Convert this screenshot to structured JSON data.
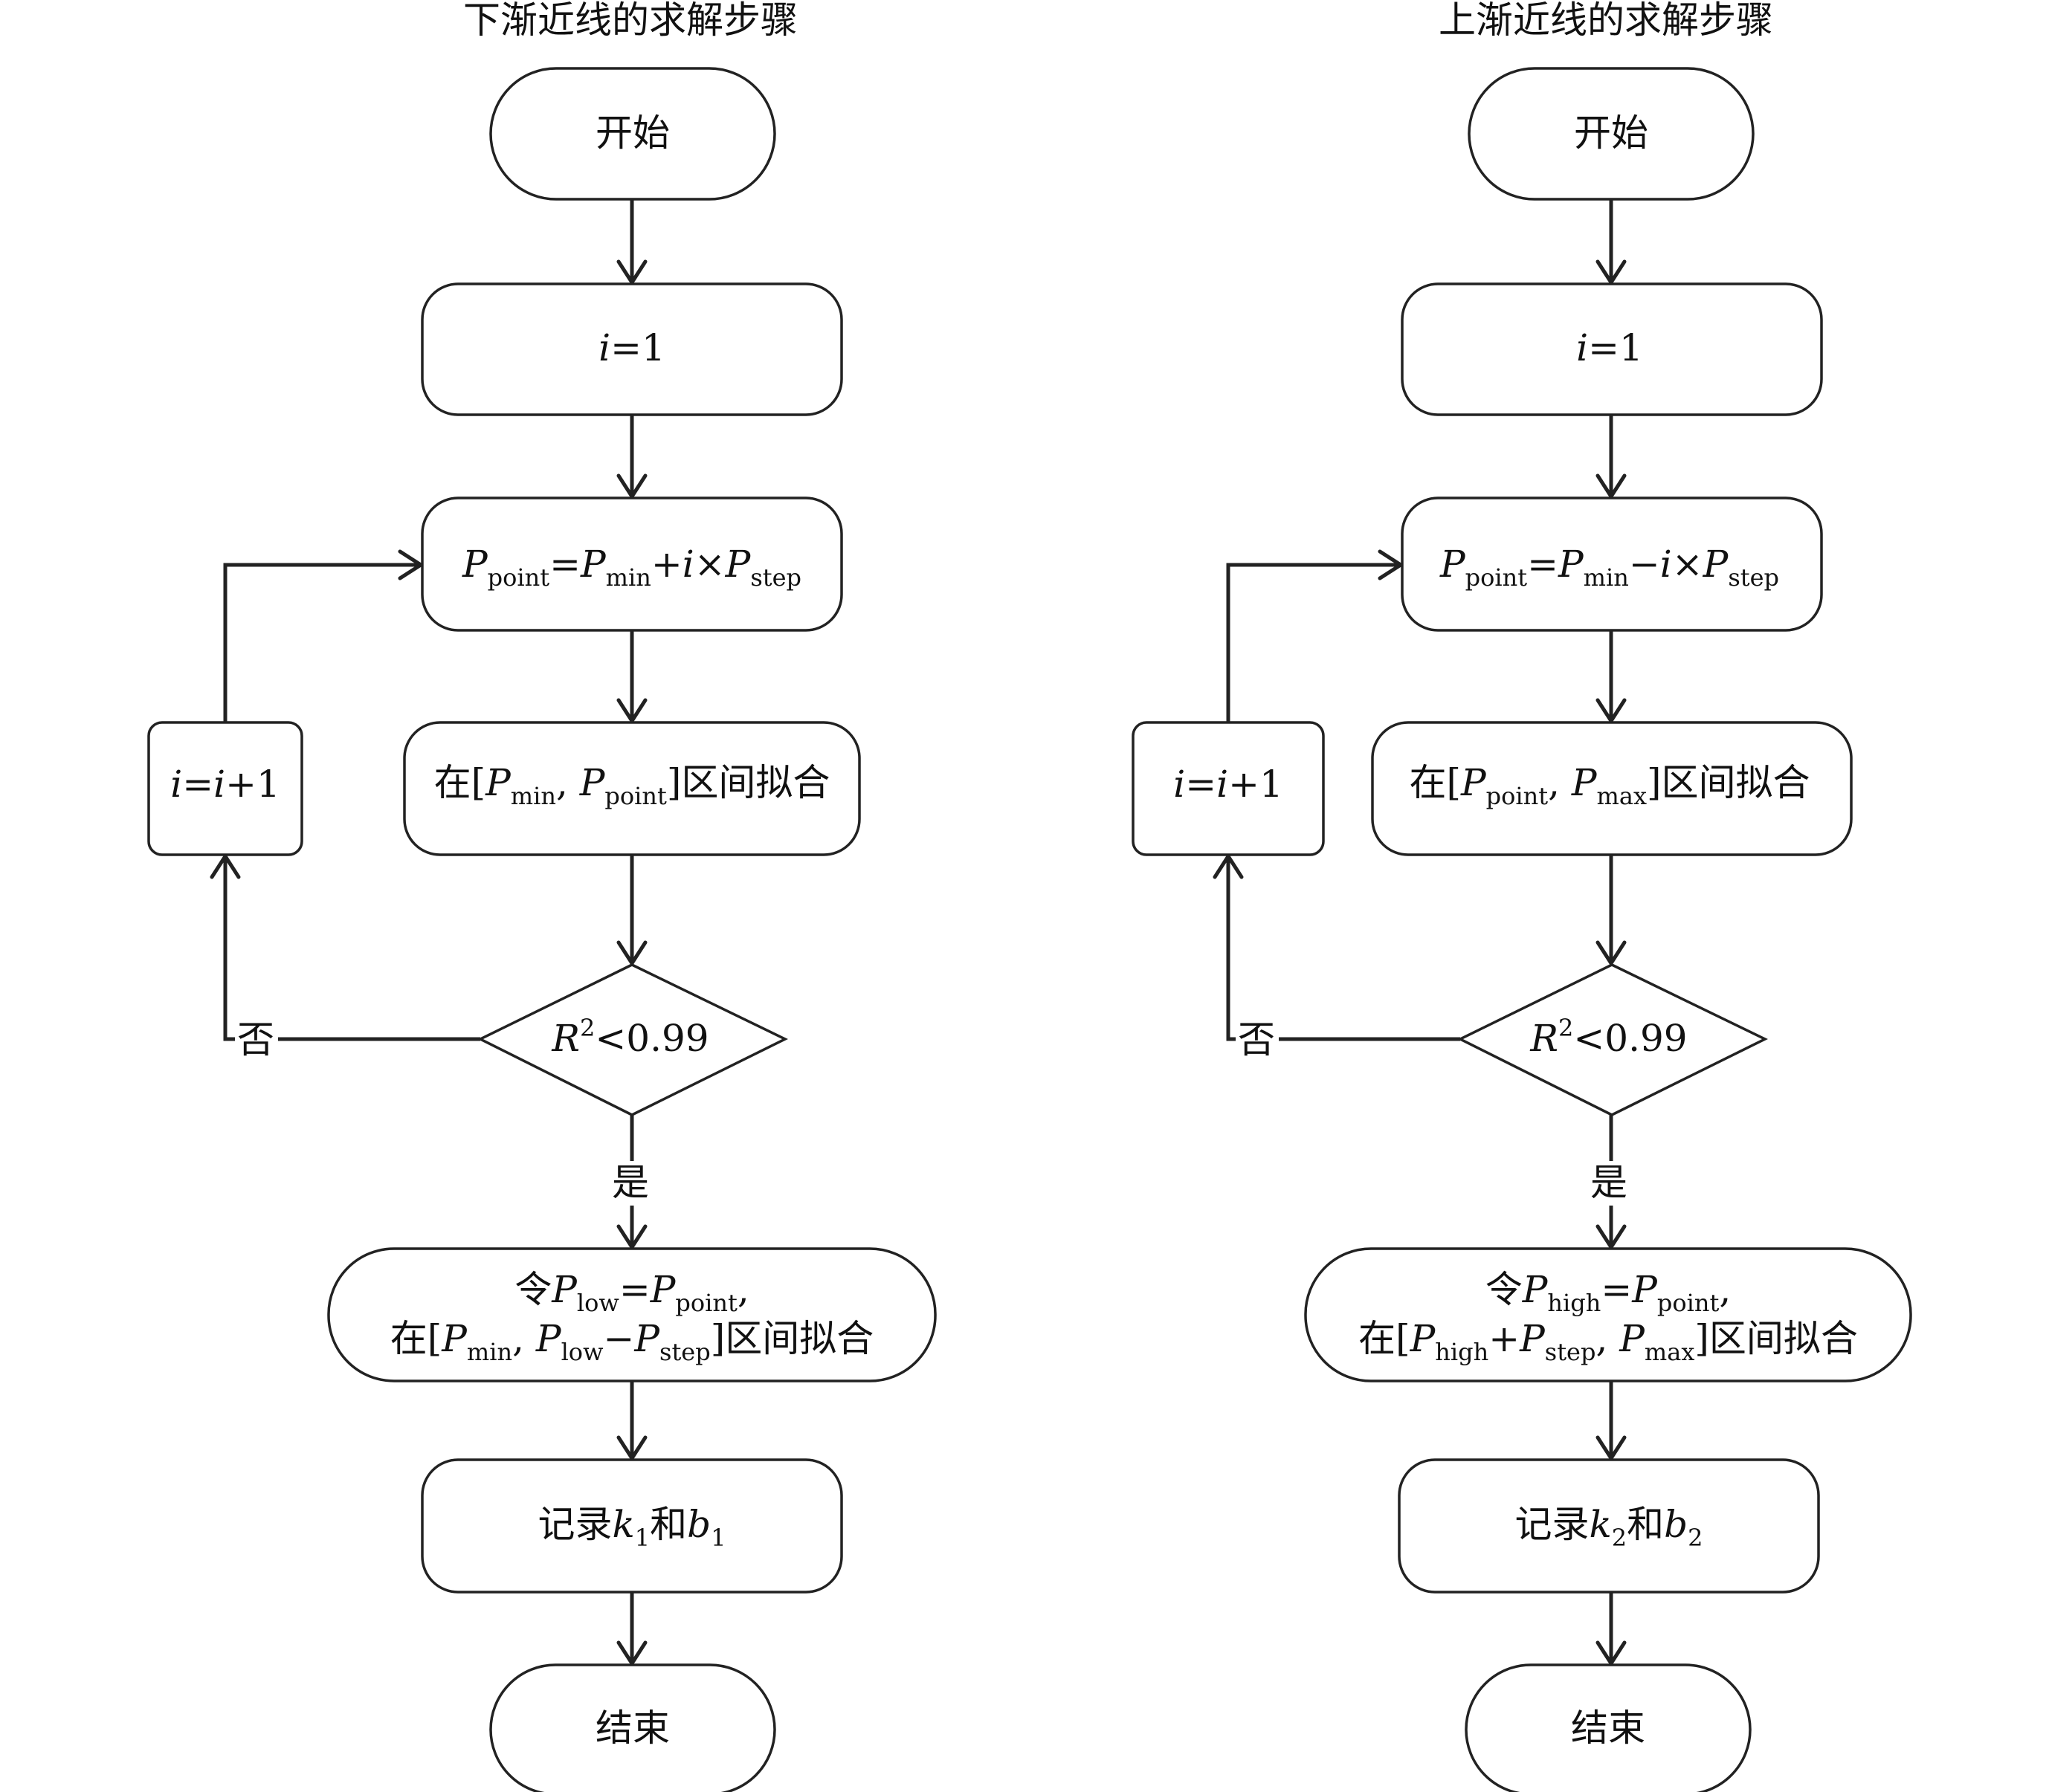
{
  "flows": [
    {
      "id": "left",
      "title": "下渐近线的求解步骤",
      "start": "开始",
      "init": "i=1",
      "compute": [
        {
          "t": "P",
          "i": true
        },
        {
          "t": "point",
          "sub": true
        },
        {
          "t": "="
        },
        {
          "t": "P",
          "i": true
        },
        {
          "t": "min",
          "sub": true
        },
        {
          "t": "+"
        },
        {
          "t": "i",
          "i": true
        },
        {
          "t": "×"
        },
        {
          "t": "P",
          "i": true
        },
        {
          "t": "step",
          "sub": true
        }
      ],
      "fit": [
        {
          "t": "在["
        },
        {
          "t": "P",
          "i": true
        },
        {
          "t": "min",
          "sub": true
        },
        {
          "t": ", "
        },
        {
          "t": "P",
          "i": true
        },
        {
          "t": "point",
          "sub": true
        },
        {
          "t": "]区间拟合"
        }
      ],
      "increment": [
        {
          "t": "i",
          "i": true
        },
        {
          "t": "="
        },
        {
          "t": "i",
          "i": true
        },
        {
          "t": "+1"
        }
      ],
      "decision": [
        {
          "t": "R",
          "i": true
        },
        {
          "t": "2",
          "sup": true
        },
        {
          "t": "<0.99"
        }
      ],
      "no_label": "否",
      "yes_label": "是",
      "assign_line1": [
        {
          "t": "令"
        },
        {
          "t": "P",
          "i": true
        },
        {
          "t": "low",
          "sub": true
        },
        {
          "t": "="
        },
        {
          "t": "P",
          "i": true
        },
        {
          "t": "point",
          "sub": true
        },
        {
          "t": ","
        }
      ],
      "assign_line2": [
        {
          "t": "在["
        },
        {
          "t": "P",
          "i": true
        },
        {
          "t": "min",
          "sub": true
        },
        {
          "t": ", "
        },
        {
          "t": "P",
          "i": true
        },
        {
          "t": "low",
          "sub": true
        },
        {
          "t": "−"
        },
        {
          "t": "P",
          "i": true
        },
        {
          "t": "step",
          "sub": true
        },
        {
          "t": "]区间拟合"
        }
      ],
      "record": [
        {
          "t": "记录"
        },
        {
          "t": "k",
          "i": true
        },
        {
          "t": "1",
          "sub": true
        },
        {
          "t": "和"
        },
        {
          "t": "b",
          "i": true
        },
        {
          "t": "1",
          "sub": true
        }
      ],
      "end": "结束"
    },
    {
      "id": "right",
      "title": "上渐近线的求解步骤",
      "start": "开始",
      "init": "i=1",
      "compute": [
        {
          "t": "P",
          "i": true
        },
        {
          "t": "point",
          "sub": true
        },
        {
          "t": "="
        },
        {
          "t": "P",
          "i": true
        },
        {
          "t": "min",
          "sub": true
        },
        {
          "t": "−"
        },
        {
          "t": "i",
          "i": true
        },
        {
          "t": "×"
        },
        {
          "t": "P",
          "i": true
        },
        {
          "t": "step",
          "sub": true
        }
      ],
      "fit": [
        {
          "t": "在["
        },
        {
          "t": "P",
          "i": true
        },
        {
          "t": "point",
          "sub": true
        },
        {
          "t": ", "
        },
        {
          "t": "P",
          "i": true
        },
        {
          "t": "max",
          "sub": true
        },
        {
          "t": "]区间拟合"
        }
      ],
      "increment": [
        {
          "t": "i",
          "i": true
        },
        {
          "t": "="
        },
        {
          "t": "i",
          "i": true
        },
        {
          "t": "+1"
        }
      ],
      "decision": [
        {
          "t": "R",
          "i": true
        },
        {
          "t": "2",
          "sup": true
        },
        {
          "t": "<0.99"
        }
      ],
      "no_label": "否",
      "yes_label": "是",
      "assign_line1": [
        {
          "t": "令"
        },
        {
          "t": "P",
          "i": true
        },
        {
          "t": "high",
          "sub": true
        },
        {
          "t": "="
        },
        {
          "t": "P",
          "i": true
        },
        {
          "t": "point",
          "sub": true
        },
        {
          "t": ","
        }
      ],
      "assign_line2": [
        {
          "t": "在["
        },
        {
          "t": "P",
          "i": true
        },
        {
          "t": "high",
          "sub": true
        },
        {
          "t": "+"
        },
        {
          "t": "P",
          "i": true
        },
        {
          "t": "step",
          "sub": true
        },
        {
          "t": ", "
        },
        {
          "t": "P",
          "i": true
        },
        {
          "t": "max",
          "sub": true
        },
        {
          "t": "]区间拟合"
        }
      ],
      "record": [
        {
          "t": "记录"
        },
        {
          "t": "k",
          "i": true
        },
        {
          "t": "2",
          "sub": true
        },
        {
          "t": "和"
        },
        {
          "t": "b",
          "i": true
        },
        {
          "t": "2",
          "sub": true
        }
      ],
      "end": "结束"
    }
  ]
}
